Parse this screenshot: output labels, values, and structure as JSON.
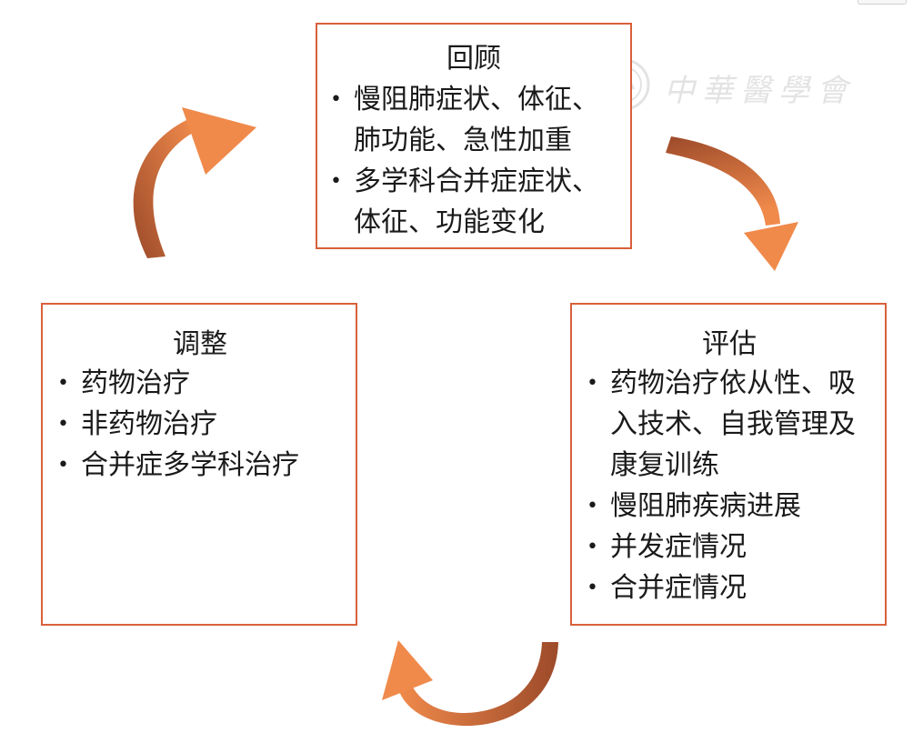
{
  "review": {
    "title": "回顾",
    "items": [
      "慢阻肺症状、体征、肺功能、急性加重",
      "多学科合并症症状、体征、功能变化"
    ]
  },
  "adjust": {
    "title": "调整",
    "items": [
      "药物治疗",
      "非药物治疗",
      "合并症多学科治疗"
    ]
  },
  "assess": {
    "title": "评估",
    "items": [
      "药物治疗依从性、吸入技术、自我管理及康复训练",
      "慢阻肺疾病进展",
      "并发症情况",
      "合并症情况"
    ]
  },
  "watermark": {
    "text": "中華醫學會"
  },
  "colors": {
    "box_border": "#d9603a",
    "arrow_light": "#f08a4b",
    "arrow_dark": "#9c4a2a"
  }
}
